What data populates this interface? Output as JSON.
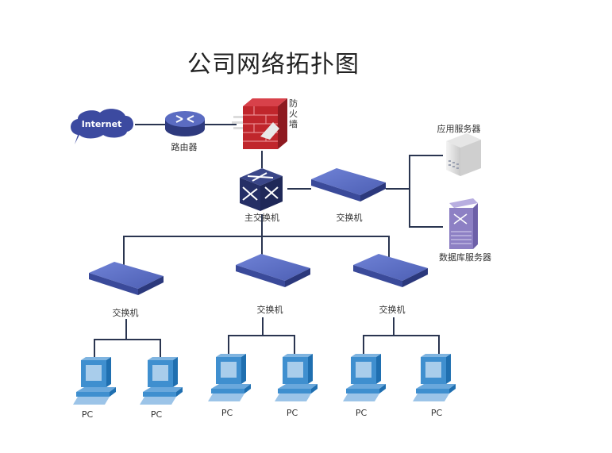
{
  "title": "公司网络拓扑图",
  "colors": {
    "line": "#2a3550",
    "device_blue": "#4a5cad",
    "device_blue_dark": "#2e3a7e",
    "device_blue_light": "#6c7fd0",
    "firewall_red": "#c0262c",
    "pc_blue": "#3f8fcf",
    "pc_light": "#a9cdeb",
    "server_purple": "#8d80c4"
  },
  "nodes": {
    "internet": {
      "label": "Internet"
    },
    "router": {
      "label": "路由器"
    },
    "firewall": {
      "label": "防火墙"
    },
    "core_switch": {
      "label": "主交换机"
    },
    "server_switch": {
      "label": "交换机"
    },
    "app_server": {
      "label": "应用服务器"
    },
    "db_server": {
      "label": "数据库服务器"
    },
    "access_switches": [
      {
        "label": "交换机"
      },
      {
        "label": "交换机"
      },
      {
        "label": "交换机"
      }
    ],
    "pcs": [
      {
        "label": "PC"
      },
      {
        "label": "PC"
      },
      {
        "label": "PC"
      },
      {
        "label": "PC"
      },
      {
        "label": "PC"
      },
      {
        "label": "PC"
      }
    ]
  },
  "edges": [
    [
      "internet",
      "router"
    ],
    [
      "router",
      "firewall"
    ],
    [
      "firewall",
      "core_switch"
    ],
    [
      "core_switch",
      "server_switch"
    ],
    [
      "server_switch",
      "app_server"
    ],
    [
      "server_switch",
      "db_server"
    ],
    [
      "core_switch",
      "access_switch_1"
    ],
    [
      "core_switch",
      "access_switch_2"
    ],
    [
      "core_switch",
      "access_switch_3"
    ],
    [
      "access_switch_1",
      "pc_1"
    ],
    [
      "access_switch_1",
      "pc_2"
    ],
    [
      "access_switch_2",
      "pc_3"
    ],
    [
      "access_switch_2",
      "pc_4"
    ],
    [
      "access_switch_3",
      "pc_5"
    ],
    [
      "access_switch_3",
      "pc_6"
    ]
  ]
}
